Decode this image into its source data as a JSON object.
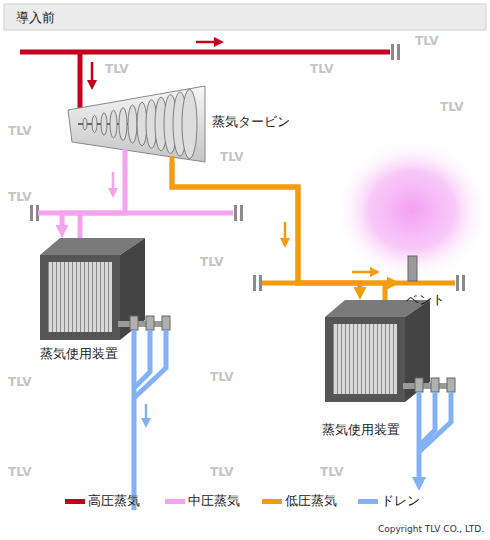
{
  "diagram": {
    "title": "導入前",
    "nodes": [
      {
        "text": [
          "蒸気タービン"
        ]
      },
      {
        "text": [
          "蒸気使用装置"
        ]
      },
      {
        "text": [
          "ベント"
        ]
      },
      {
        "text": [
          "蒸気使用装置"
        ]
      }
    ],
    "edges": [
      {
        "from": 0,
        "to": 1,
        "arrow": "to"
      },
      {
        "from": 0,
        "to": 2,
        "arrow": "to"
      },
      {
        "from": 0,
        "to": 3,
        "arrow": "to"
      }
    ],
    "labels": [
      "TLV",
      "TLV",
      "TLV",
      "TLV",
      "TLV",
      "TLV",
      "TLV",
      "TLV",
      "TLV",
      "TLV",
      "TLV",
      "TLV",
      "TLV",
      "Copyright TLV CO., LTD."
    ],
    "legend": [
      {
        "text": "高圧蒸気",
        "color": "#c4001e"
      },
      {
        "text": "中圧蒸気",
        "color": "#f5a3f0"
      },
      {
        "text": "低圧蒸気",
        "color": "#f39c12"
      },
      {
        "text": "ドレン",
        "color": "#82b2f5"
      }
    ]
  }
}
